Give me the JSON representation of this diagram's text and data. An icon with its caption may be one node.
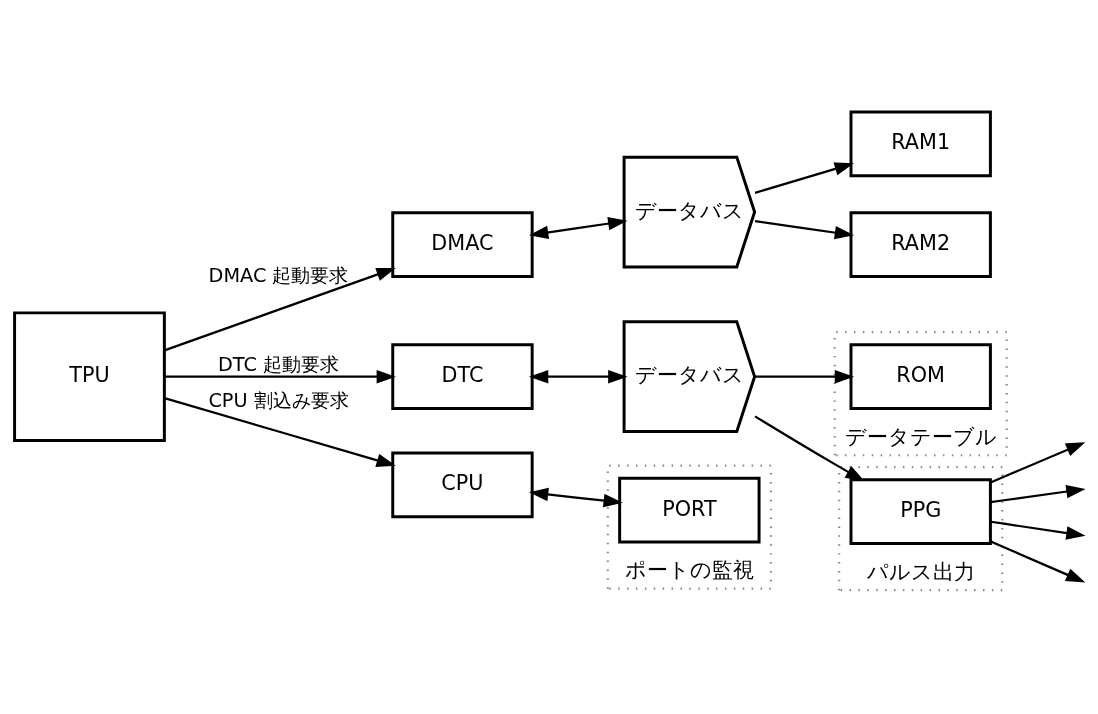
{
  "diagram": {
    "nodes": [
      {
        "text": [
          "TPU"
        ]
      },
      {
        "text": [
          "DMAC"
        ]
      },
      {
        "text": [
          "データバス"
        ]
      },
      {
        "text": [
          "RAM1"
        ]
      },
      {
        "text": [
          "RAM2"
        ]
      },
      {
        "text": [
          "DTC"
        ]
      },
      {
        "text": [
          "データバス"
        ]
      },
      {
        "text": [
          "データテーブル"
        ]
      },
      {
        "text": [
          "ROM"
        ],
        "in": 7
      },
      {
        "text": [
          "パルス出力"
        ]
      },
      {
        "text": [
          "PPG"
        ],
        "in": 9
      },
      {
        "text": [
          "CPU"
        ]
      },
      {
        "text": [
          "ポートの監視"
        ]
      },
      {
        "text": [
          "PORT"
        ],
        "in": 12
      }
    ],
    "edges": [
      {
        "from": 0,
        "to": 1,
        "arrow": "to",
        "label": "DMAC 起動要求"
      },
      {
        "from": 1,
        "to": 2,
        "arrow": "both"
      },
      {
        "from": 2,
        "to": 3,
        "arrow": "to"
      },
      {
        "from": 2,
        "to": 4,
        "arrow": "to"
      },
      {
        "from": 0,
        "to": 5,
        "arrow": "to",
        "label": "DTC 起動要求"
      },
      {
        "from": 5,
        "to": 6,
        "arrow": "both"
      },
      {
        "from": 6,
        "to": 8,
        "arrow": "to"
      },
      {
        "from": 6,
        "to": 10,
        "arrow": "to"
      },
      {
        "from": 10,
        "to": null,
        "arrow": "to"
      },
      {
        "from": 10,
        "to": null,
        "arrow": "to"
      },
      {
        "from": 10,
        "to": null,
        "arrow": "to"
      },
      {
        "from": 10,
        "to": null,
        "arrow": "to"
      },
      {
        "from": 0,
        "to": 11,
        "arrow": "to",
        "label": "CPU 割込み要求"
      },
      {
        "from": 11,
        "to": 13,
        "arrow": "both"
      }
    ]
  }
}
